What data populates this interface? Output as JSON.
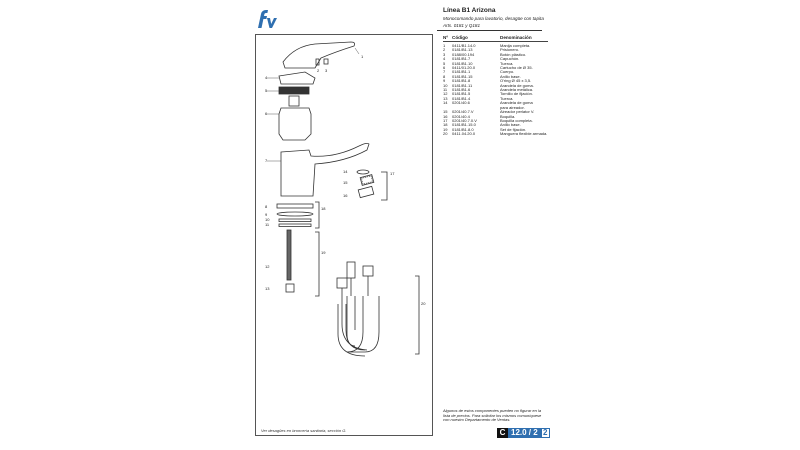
{
  "brand": {
    "logo_text": "fv"
  },
  "header": {
    "title": "Línea B1 Arizona",
    "subtitle": "Monocomando para lavatorio, desagüe con tapita",
    "articles": "Arts. 0181 y Q181"
  },
  "parts_table": {
    "headers": {
      "n": "Nº",
      "code": "Código",
      "denomination": "Denominación"
    },
    "rows": [
      {
        "n": "1",
        "code": "0411/B1.14.0",
        "denomination": "Manija completa."
      },
      {
        "n": "2",
        "code": "0181/B1.13",
        "denomination": "Prisionero."
      },
      {
        "n": "3",
        "code": "0188/00.194",
        "denomination": "Botón plástico."
      },
      {
        "n": "4",
        "code": "0181/B1.7",
        "denomination": "Capuchón."
      },
      {
        "n": "5",
        "code": "0181/B1.10",
        "denomination": "Tuerca."
      },
      {
        "n": "6",
        "code": "0411/01.20.0",
        "denomination": "Cartucho de Ø 35."
      },
      {
        "n": "7",
        "code": "0181/B1.1",
        "denomination": "Cuerpo."
      },
      {
        "n": "8",
        "code": "0181/B1.15",
        "denomination": "Anillo base."
      },
      {
        "n": "9",
        "code": "0181/B1.8",
        "denomination": "O'ring Ø 45 x 3,5."
      },
      {
        "n": "10",
        "code": "0181/B1.11",
        "denomination": "Arandela de goma."
      },
      {
        "n": "11",
        "code": "0181/B1.6",
        "denomination": "Arandela metálica."
      },
      {
        "n": "12",
        "code": "0181/B1.5",
        "denomination": "Tornillo de fijación."
      },
      {
        "n": "13",
        "code": "0181/B1.4",
        "denomination": "Tuerca."
      },
      {
        "n": "14",
        "code": "0201/40.6",
        "denomination": "Arandela de goma"
      },
      {
        "n": "",
        "code": "",
        "denomination": "para aireador."
      },
      {
        "n": "15",
        "code": "0201/40.7.V",
        "denomination": "Aireador perlator V."
      },
      {
        "n": "16",
        "code": "0201/40.4",
        "denomination": "Boquilla."
      },
      {
        "n": "17",
        "code": "0201/40.7.0.V",
        "denomination": "Boquilla completa."
      },
      {
        "n": "18",
        "code": "0181/B1.15.0",
        "denomination": "Anillo base."
      },
      {
        "n": "19",
        "code": "0181/B1.8.0",
        "denomination": "Set de fijación."
      },
      {
        "n": "20",
        "code": "0411.04.20.0",
        "denomination": "Manguera flexible armada."
      }
    ]
  },
  "drawing": {
    "callouts": [
      "1",
      "2",
      "3",
      "4",
      "5",
      "6",
      "7",
      "8",
      "9",
      "10",
      "11",
      "12",
      "13",
      "14",
      "15",
      "16",
      "17",
      "18",
      "19",
      "20"
    ],
    "footnote": "Ver desagües en broncería sanitaria, sección G."
  },
  "note": "Algunos de estos componentes pueden no figurar en la lista de precios. Para solicitar los mismos comuníquese con nuestro Departamento de Ventas.",
  "page_badge": {
    "section": "C",
    "number": "12.0 / 2",
    "sheet": "2"
  },
  "colors": {
    "brand_blue": "#2f6fb0",
    "line": "#444444"
  }
}
